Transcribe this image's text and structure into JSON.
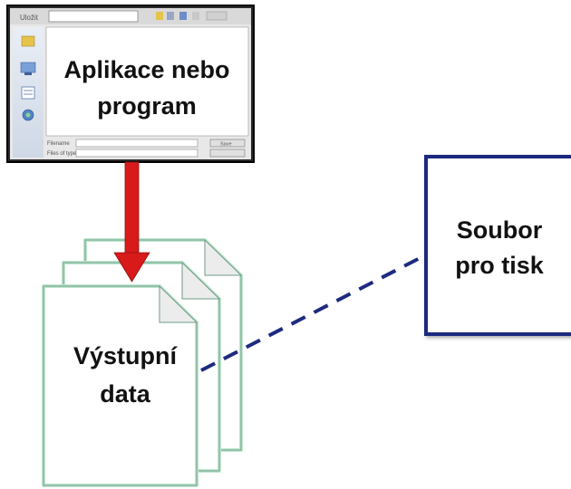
{
  "app_window": {
    "label_line1": "Aplikace nebo",
    "label_line2": "program",
    "toolbar_left_text": "Uložit",
    "field1_label": "Filename",
    "field2_label": "Files of type",
    "button_label": "Save"
  },
  "output": {
    "label_line1": "Výstupní",
    "label_line2": "data"
  },
  "spool": {
    "label_line1": "Soubor",
    "label_line2": "pro tisk"
  },
  "colors": {
    "arrow": "#d81a1a",
    "dashed_line": "#1e2a80",
    "spool_border": "#1e2a80",
    "page_shadow": "#bfe6cf",
    "window_frame": "#1a1a1a"
  }
}
